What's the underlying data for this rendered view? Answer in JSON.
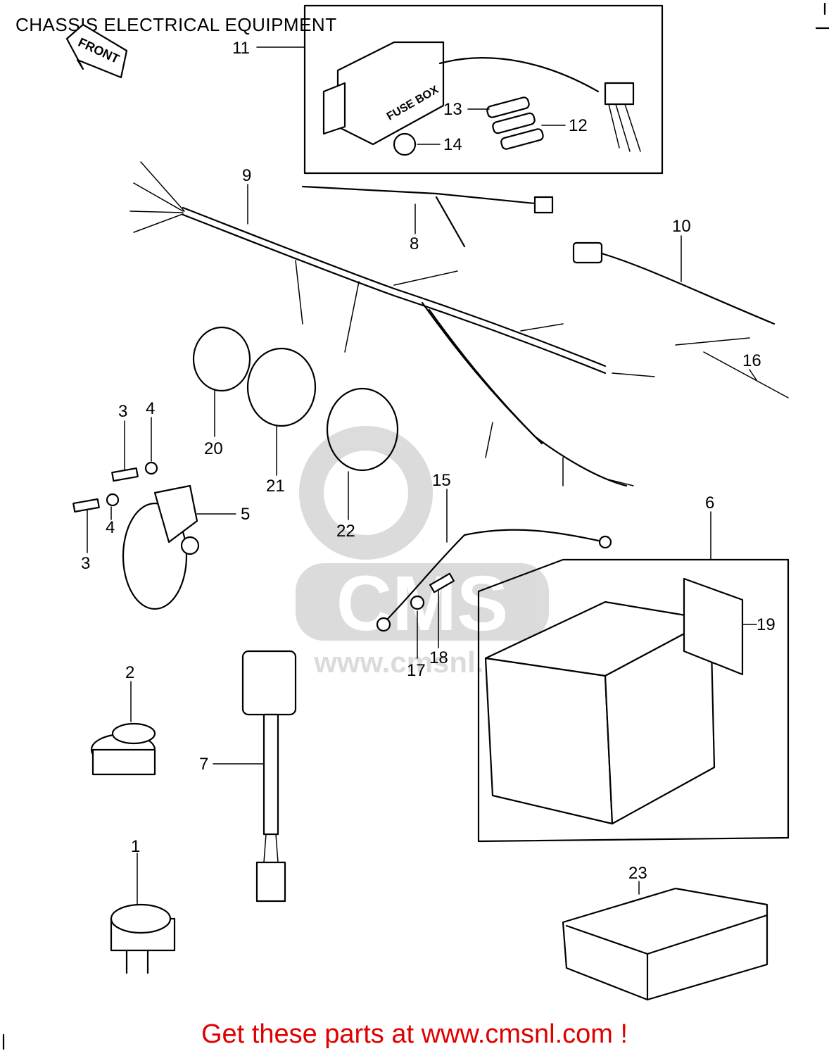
{
  "title": "CHASSIS ELECTRICAL EQUIPMENT",
  "front_label": "FRONT",
  "fuse_box_label": "FUSE BOX",
  "watermark_text": "www.cmsnl.com",
  "watermark_logo": "CMS",
  "footer": "Get these parts at www.cmsnl.com !",
  "footer_color": "#e00000",
  "callouts": [
    "1",
    "2",
    "3",
    "3",
    "4",
    "4",
    "5",
    "6",
    "7",
    "8",
    "9",
    "10",
    "11",
    "12",
    "13",
    "14",
    "15",
    "16",
    "17",
    "18",
    "19",
    "20",
    "21",
    "22",
    "23"
  ]
}
